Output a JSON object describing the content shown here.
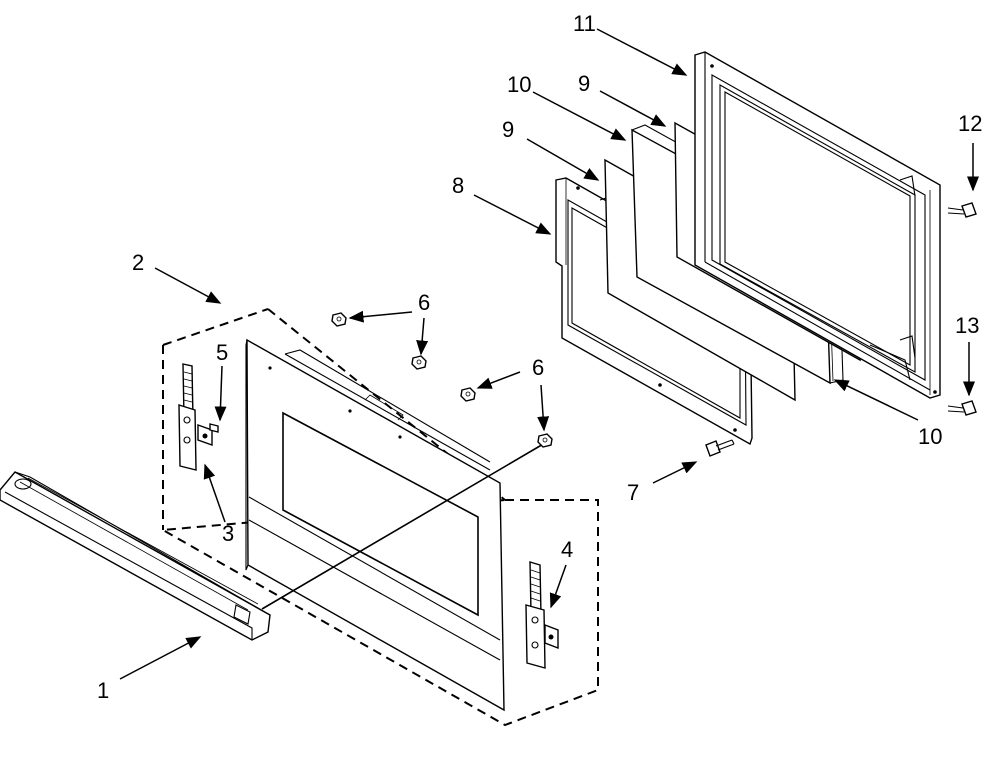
{
  "diagram": {
    "background": "#ffffff",
    "line_color": "#000000",
    "callouts": {
      "c1": "1",
      "c2": "2",
      "c3": "3",
      "c4": "4",
      "c5": "5",
      "c6a": "6",
      "c6b": "6",
      "c7": "7",
      "c8": "8",
      "c9a": "9",
      "c9b": "9",
      "c10a": "10",
      "c10b": "10",
      "c11": "11",
      "c12": "12",
      "c13": "13"
    }
  }
}
